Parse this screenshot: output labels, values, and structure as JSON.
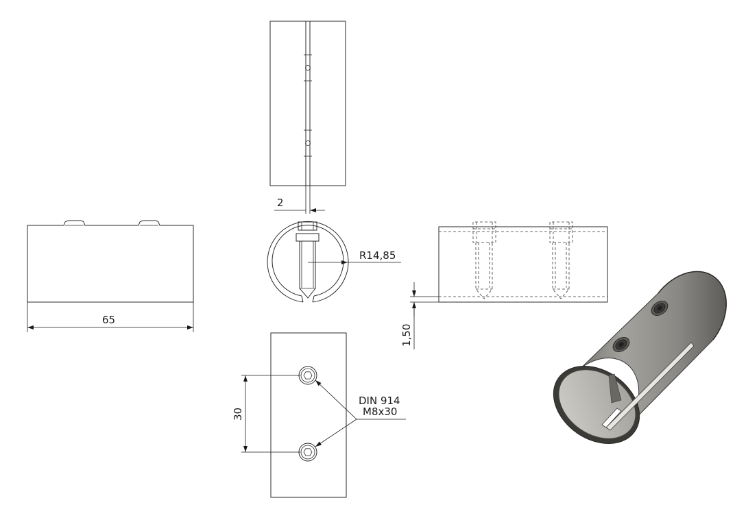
{
  "dimensions": {
    "length": "65",
    "slot_width": "2",
    "radius": "R14,85",
    "wall": "1,50",
    "spacing": "30"
  },
  "callouts": {
    "screw_line1": "DIN 914",
    "screw_line2": "M8x30"
  },
  "colors": {
    "line": "#2a2a2a",
    "metal": "#8e8c88",
    "metal_dark": "#5e5c58",
    "metal_inner": "#b8b6b0"
  }
}
